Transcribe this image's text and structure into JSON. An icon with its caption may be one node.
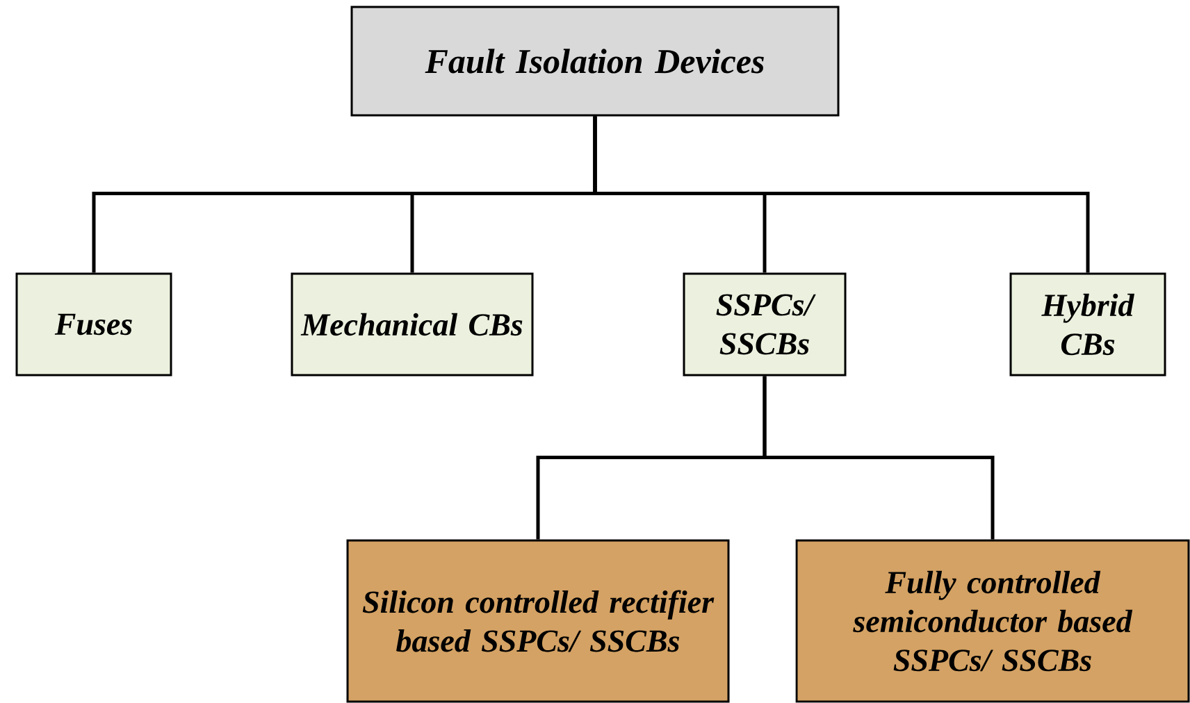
{
  "diagram": {
    "nodes": [
      {
        "text": [
          "Fault Isolation Devices"
        ]
      },
      {
        "text": [
          "Fuses"
        ]
      },
      {
        "text": [
          "Mechanical CBs"
        ]
      },
      {
        "text": [
          "SSPCs/ SSCBs"
        ]
      },
      {
        "text": [
          "Hybrid CBs"
        ]
      },
      {
        "text": [
          "Silicon controlled rectifier based SSPCs/ SSCBs"
        ]
      },
      {
        "text": [
          "Fully controlled semiconductor based SSPCs/ SSCBs"
        ]
      }
    ],
    "edges": [
      {
        "from": 0,
        "to": 1,
        "arrow": "none"
      },
      {
        "from": 0,
        "to": 2,
        "arrow": "none"
      },
      {
        "from": 0,
        "to": 3,
        "arrow": "none"
      },
      {
        "from": 0,
        "to": 4,
        "arrow": "none"
      },
      {
        "from": 3,
        "to": 5,
        "arrow": "none"
      },
      {
        "from": 3,
        "to": 6,
        "arrow": "none"
      }
    ]
  }
}
